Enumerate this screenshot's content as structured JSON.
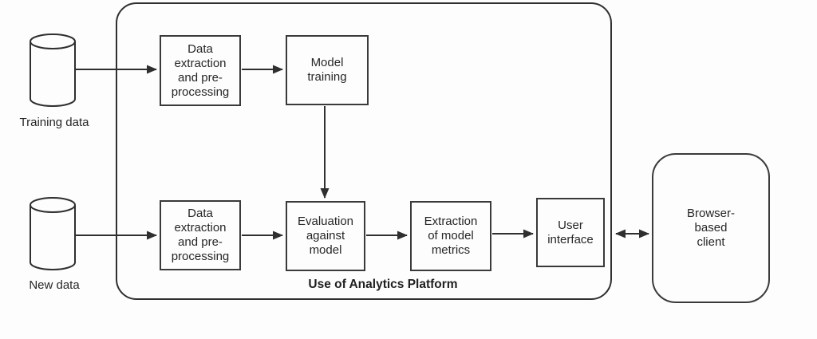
{
  "colors": {
    "line": "#2f2f2f",
    "text": "#262626",
    "background": "#fdfdfd"
  },
  "platform": {
    "label": "Use of Analytics Platform"
  },
  "datastores": {
    "training": {
      "label": "Training data"
    },
    "new_data": {
      "label": "New data"
    }
  },
  "nodes": {
    "extraction_training": {
      "label": "Data\nextraction\nand pre-\nprocessing"
    },
    "model_training": {
      "label": "Model\ntraining"
    },
    "extraction_new": {
      "label": "Data\nextraction\nand pre-\nprocessing"
    },
    "evaluation": {
      "label": "Evaluation\nagainst\nmodel"
    },
    "metrics_extraction": {
      "label": "Extraction\nof model\nmetrics"
    },
    "user_interface": {
      "label": "User\ninterface"
    },
    "browser_client": {
      "label": "Browser-\nbased\nclient"
    }
  }
}
